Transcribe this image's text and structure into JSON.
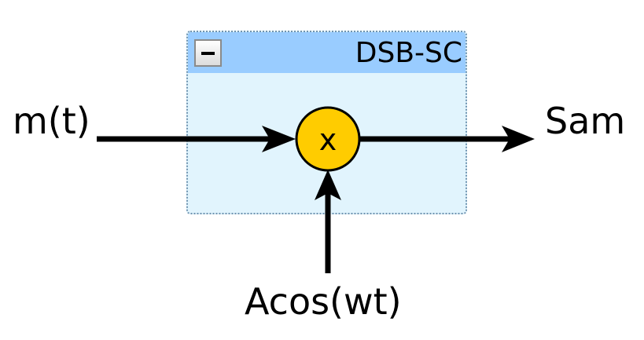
{
  "group": {
    "title": "DSB-SC",
    "collapse_symbol": "−"
  },
  "multiplier": {
    "symbol": "x",
    "fill_color": "#ffcc00"
  },
  "labels": {
    "input": "m(t)",
    "output": "Sam",
    "carrier": "Acos(wt)"
  },
  "colors": {
    "group_background": "#e1f4fd",
    "group_header": "#99ccff",
    "group_border": "#6f93b0",
    "wire": "#000000"
  },
  "icons": {
    "collapse": "minus-icon"
  }
}
